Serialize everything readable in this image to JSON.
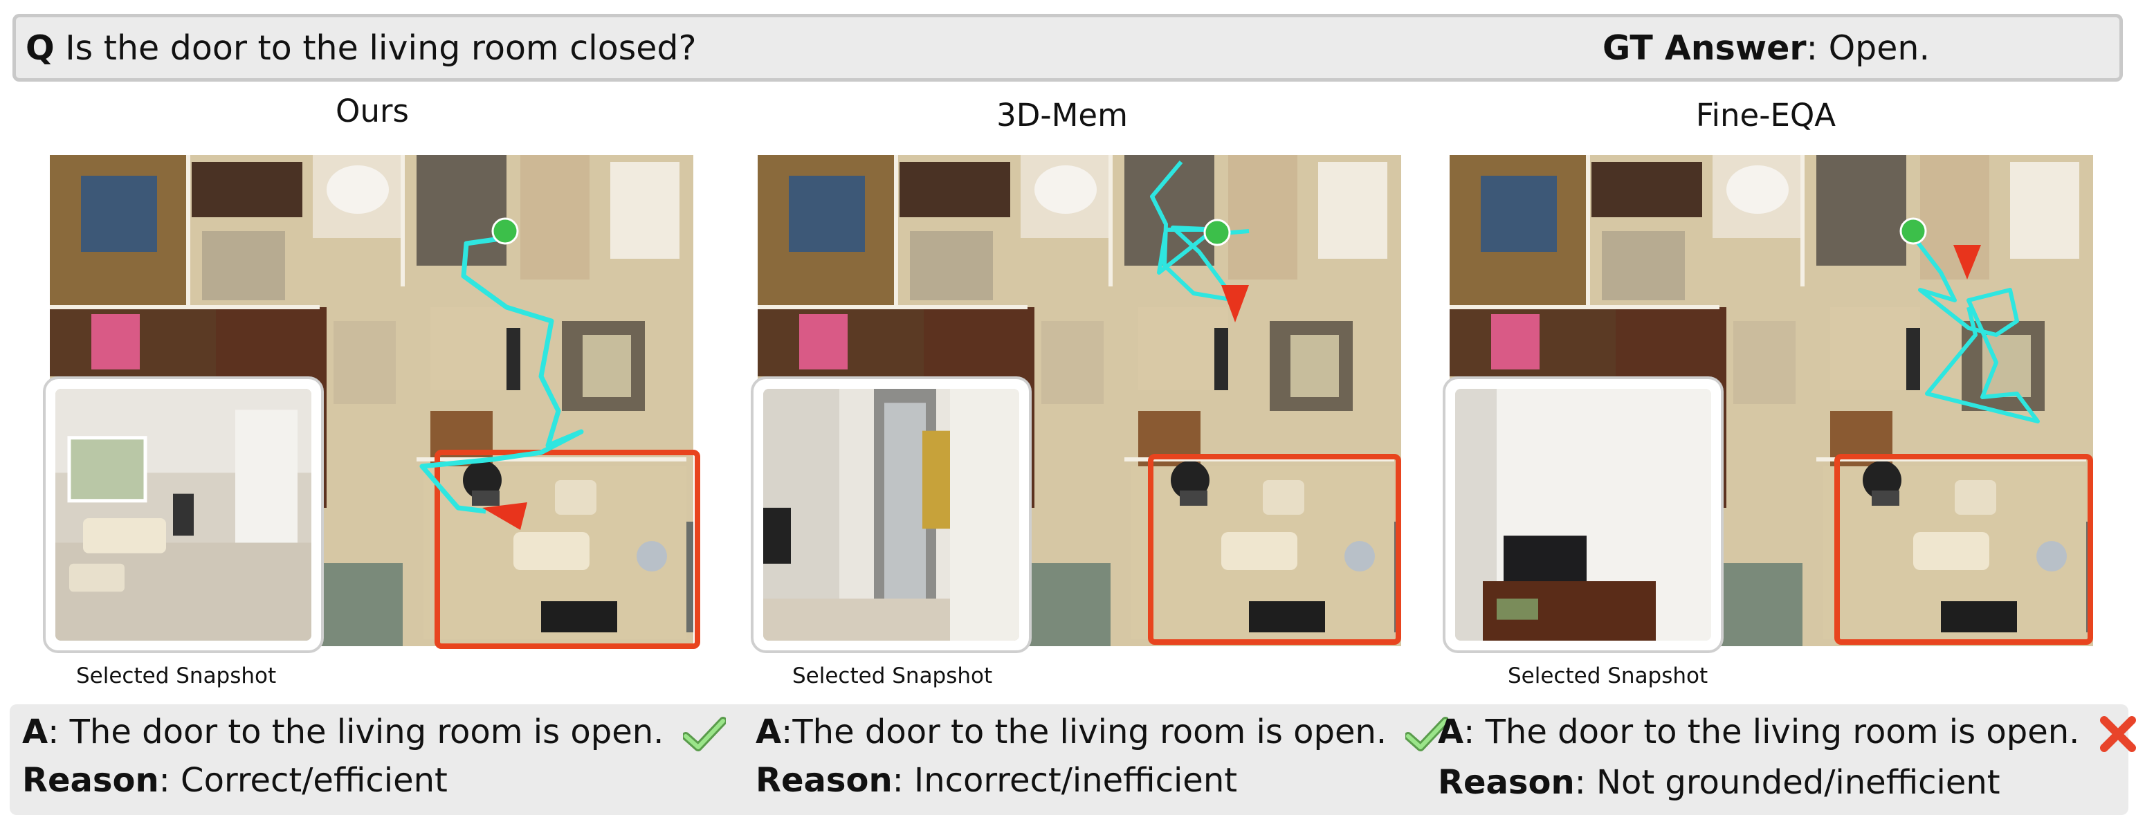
{
  "question": {
    "label": "Q",
    "text": " Is the door to the living room closed?"
  },
  "gt": {
    "label": "GT Answer",
    "text": ": Open."
  },
  "panels": [
    {
      "title": "Ours",
      "snapshot_label": "Selected Snapshot",
      "answer_label": "A",
      "answer_text": ": The door to the living room is open.",
      "reason_label": "Reason",
      "reason_text": ": Correct/efficient",
      "result": "check-icon"
    },
    {
      "title": "3D-Mem",
      "snapshot_label": "Selected Snapshot",
      "answer_label": "A",
      "answer_text": ":The door to the living room is open.",
      "reason_label": "Reason",
      "reason_text": ": Incorrect/inefficient",
      "result": "check-icon"
    },
    {
      "title": "Fine-EQA",
      "snapshot_label": "Selected Snapshot",
      "answer_label": "A",
      "answer_text": ": The door to the living room is open.",
      "reason_label": "Reason",
      "reason_text": ": Not grounded/inefficient",
      "result": "cross-icon"
    }
  ],
  "colors": {
    "path": "#2ee6e0",
    "start": "#3cbf4a",
    "goal_marker": "#e8341c",
    "highlight_box": "#e8441e",
    "check": "#7bd96a",
    "cross": "#e8442a"
  }
}
